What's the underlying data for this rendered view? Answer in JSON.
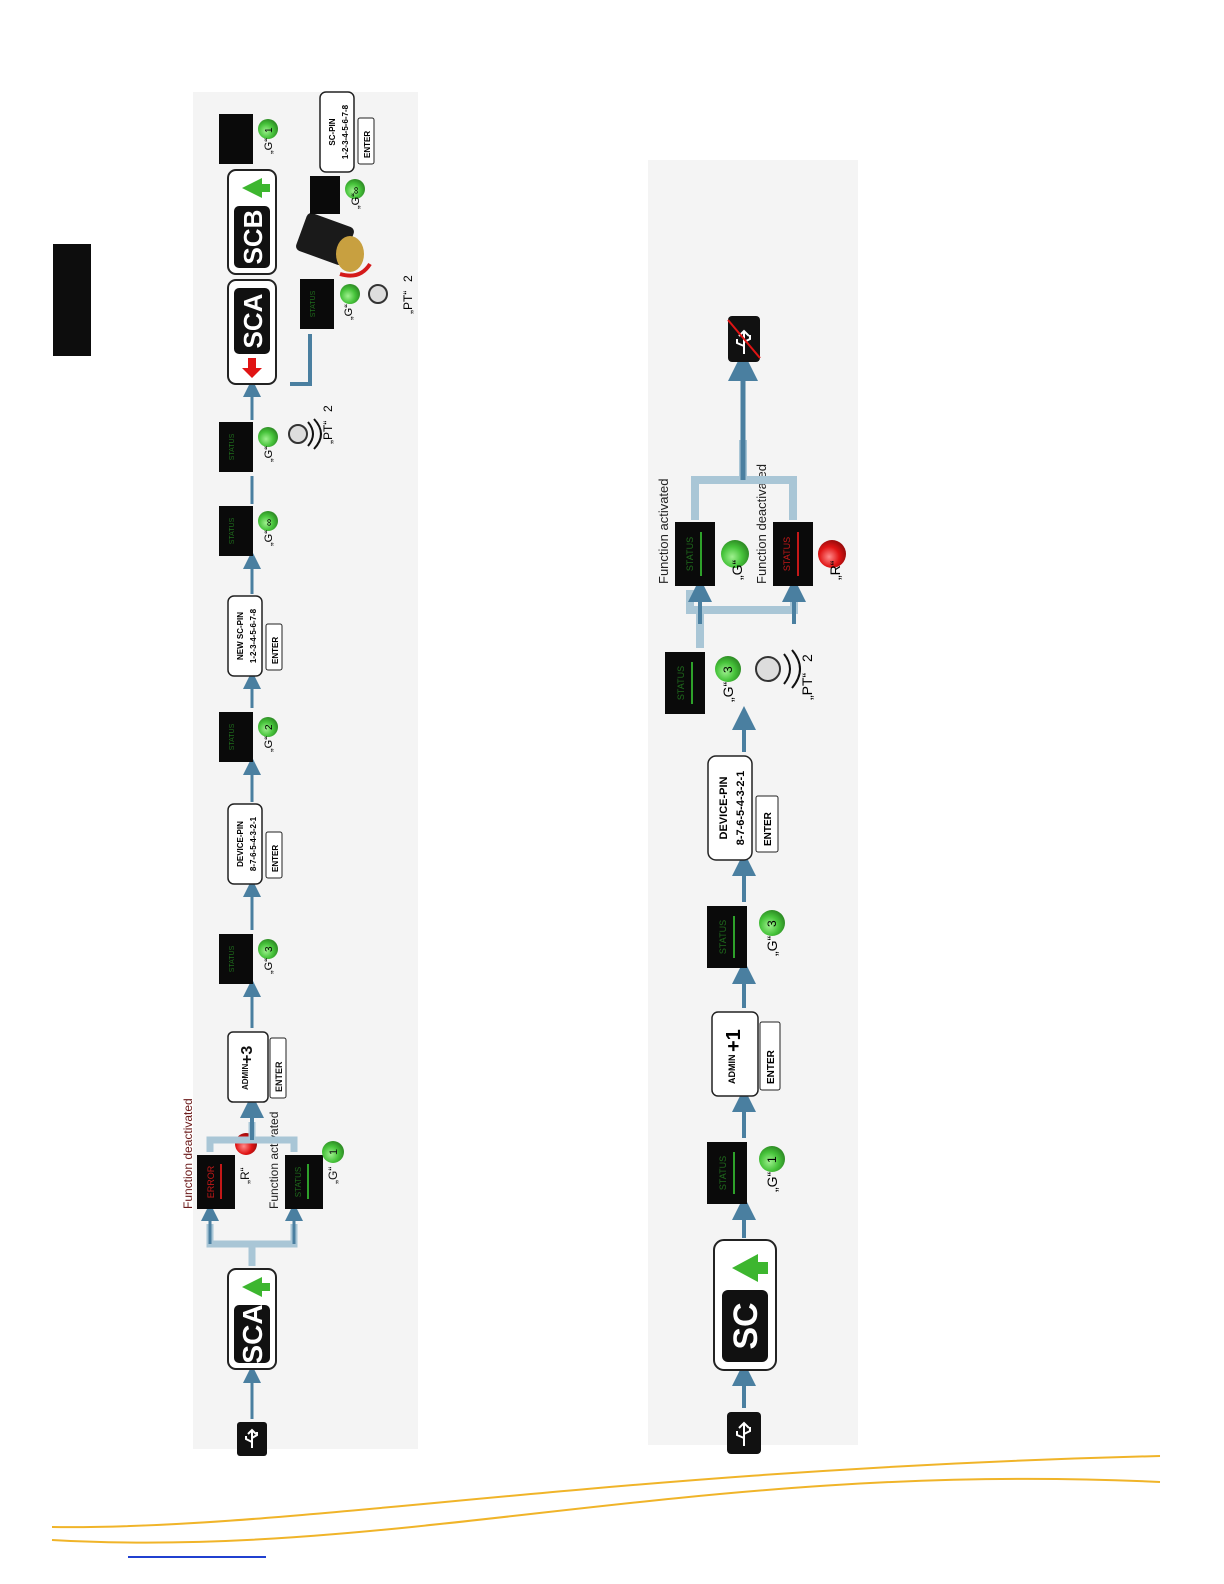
{
  "labels": {
    "status": "STATUS",
    "error": "ERROR",
    "enter": "ENTER",
    "admin": "ADMIN",
    "plus3": "+3",
    "plus1": "+1",
    "device_pin_title": "DEVICE-PIN",
    "device_pin_value": "8-7-6-5-4-3-2-1",
    "new_sc_pin_title": "NEW SC-PIN",
    "sc_pin_title": "SC-PIN",
    "sc_pin_value": "1-2-3-4-5-6-7-8",
    "func_activated": "Function activated",
    "func_deactivated": "Function deactivated",
    "g_quote": "„G“",
    "r_quote": "„R“",
    "pt_quote": "„PT“",
    "n1": "1",
    "n2": "2",
    "n3": "3",
    "inf": "∞",
    "sca": "SCA",
    "scb": "SCB",
    "sc": "SC"
  },
  "colors": {
    "arrow": "#4a7fa0",
    "arrow_light": "#a9c6d6",
    "led_green": "#46c33a",
    "led_red": "#e01414",
    "status_green": "#1f6b1c",
    "error_red": "#c41818",
    "accent_yellow": "#f0b429"
  },
  "icons": [
    "usb-icon",
    "usb-disabled-icon",
    "speaker-icon",
    "hand-card-icon",
    "arrow-up-green-icon",
    "arrow-down-red-icon"
  ]
}
